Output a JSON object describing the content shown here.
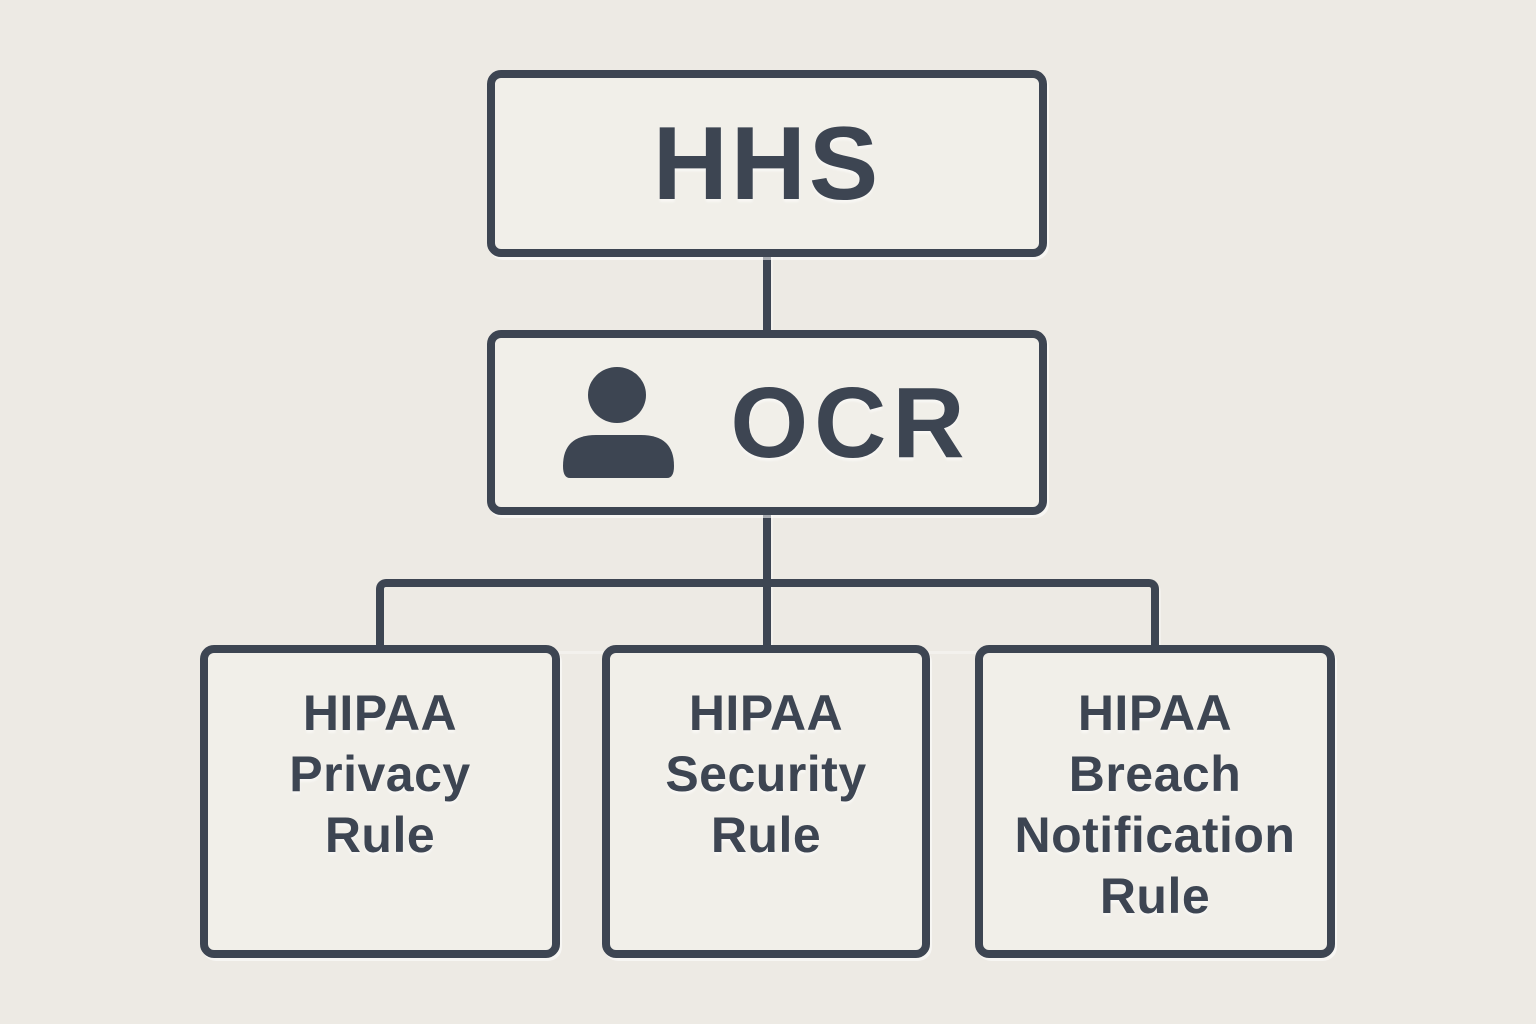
{
  "canvas": {
    "background_color": "#edeae4",
    "box_fill_color": "#f1efe9",
    "line_color": "#3d4552",
    "description": "Org chart: HHS oversees OCR, which enforces three HIPAA rules"
  },
  "nodes": {
    "hhs": {
      "label": "HHS"
    },
    "ocr": {
      "label": "OCR",
      "icon": "person-icon"
    },
    "privacy": {
      "lines": [
        "HIPAA",
        "Privacy",
        "Rule"
      ]
    },
    "security": {
      "lines": [
        "HIPAA",
        "Security",
        "Rule"
      ]
    },
    "breach": {
      "lines": [
        "HIPAA",
        "Breach",
        "Notification",
        "Rule"
      ]
    }
  },
  "edges": [
    {
      "from": "hhs",
      "to": "ocr"
    },
    {
      "from": "ocr",
      "to": "privacy"
    },
    {
      "from": "ocr",
      "to": "security"
    },
    {
      "from": "ocr",
      "to": "breach"
    }
  ]
}
